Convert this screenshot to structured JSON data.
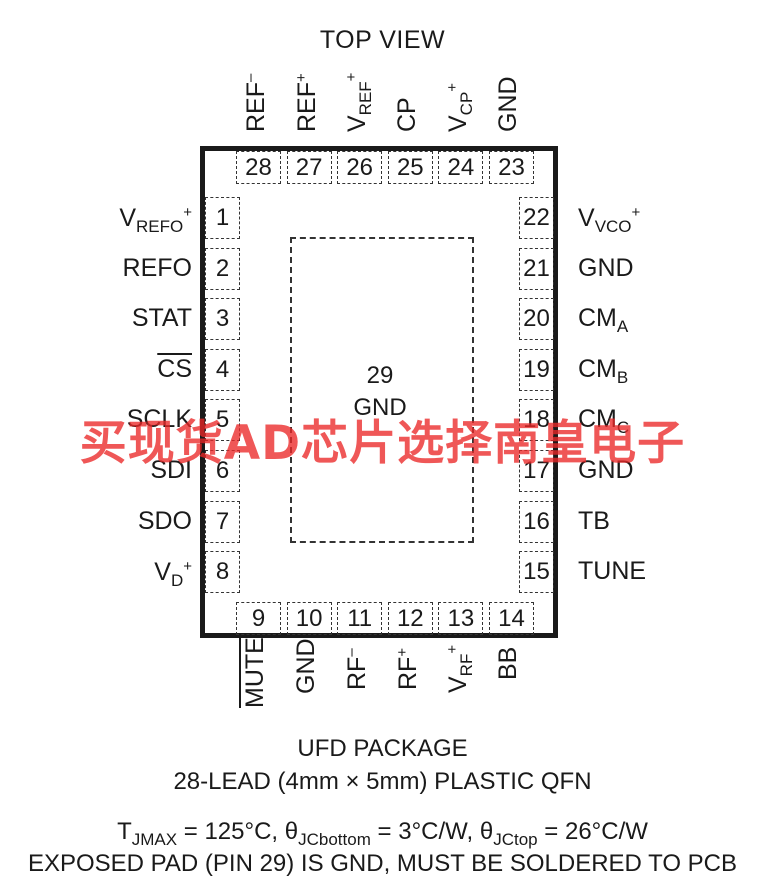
{
  "title": "TOP VIEW",
  "exposed_pad": {
    "pin": "29",
    "name": "GND"
  },
  "top_pins": [
    {
      "num": "28",
      "base": "REF",
      "sub": "",
      "sup": "–"
    },
    {
      "num": "27",
      "base": "REF",
      "sub": "",
      "sup": "+"
    },
    {
      "num": "26",
      "base": "V",
      "sub": "REF",
      "sup": "+"
    },
    {
      "num": "25",
      "base": "CP",
      "sub": "",
      "sup": ""
    },
    {
      "num": "24",
      "base": "V",
      "sub": "CP",
      "sup": "+"
    },
    {
      "num": "23",
      "base": "GND",
      "sub": "",
      "sup": ""
    }
  ],
  "left_pins": [
    {
      "num": "1",
      "base": "V",
      "sub": "REFO",
      "sup": "+"
    },
    {
      "num": "2",
      "base": "REFO",
      "sub": "",
      "sup": ""
    },
    {
      "num": "3",
      "base": "STAT",
      "sub": "",
      "sup": ""
    },
    {
      "num": "4",
      "base": "CS",
      "sub": "",
      "sup": ""
    },
    {
      "num": "5",
      "base": "SCLK",
      "sub": "",
      "sup": ""
    },
    {
      "num": "6",
      "base": "SDI",
      "sub": "",
      "sup": ""
    },
    {
      "num": "7",
      "base": "SDO",
      "sub": "",
      "sup": ""
    },
    {
      "num": "8",
      "base": "V",
      "sub": "D",
      "sup": "+"
    }
  ],
  "right_pins": [
    {
      "num": "22",
      "base": "V",
      "sub": "VCO",
      "sup": "+"
    },
    {
      "num": "21",
      "base": "GND",
      "sub": "",
      "sup": ""
    },
    {
      "num": "20",
      "base": "CM",
      "sub": "A",
      "sup": ""
    },
    {
      "num": "19",
      "base": "CM",
      "sub": "B",
      "sup": ""
    },
    {
      "num": "18",
      "base": "CM",
      "sub": "C",
      "sup": ""
    },
    {
      "num": "17",
      "base": "GND",
      "sub": "",
      "sup": ""
    },
    {
      "num": "16",
      "base": "TB",
      "sub": "",
      "sup": ""
    },
    {
      "num": "15",
      "base": "TUNE",
      "sub": "",
      "sup": ""
    }
  ],
  "bottom_pins": [
    {
      "num": "9",
      "base": "MUTE",
      "sub": "",
      "sup": ""
    },
    {
      "num": "10",
      "base": "GND",
      "sub": "",
      "sup": ""
    },
    {
      "num": "11",
      "base": "RF",
      "sub": "",
      "sup": "–"
    },
    {
      "num": "12",
      "base": "RF",
      "sub": "",
      "sup": "+"
    },
    {
      "num": "13",
      "base": "V",
      "sub": "RF",
      "sup": "+"
    },
    {
      "num": "14",
      "base": "BB",
      "sub": "",
      "sup": ""
    }
  ],
  "package": {
    "line1": "UFD PACKAGE",
    "line2": "28-LEAD (4mm × 5mm) PLASTIC QFN"
  },
  "thermal": {
    "tj_sym": "T",
    "tj_sub": "JMAX",
    "tj_val": " = 125°C, ",
    "th1_sym": "θ",
    "th1_sub": "JCbottom",
    "th1_val": " = 3°C/W, ",
    "th2_sym": "θ",
    "th2_sub": "JCtop",
    "th2_val": " = 26°C/W"
  },
  "note": "EXPOSED PAD (PIN 29) IS GND, MUST BE SOLDERED TO PCB",
  "watermark": "买现货AD芯片选择南皇电子"
}
